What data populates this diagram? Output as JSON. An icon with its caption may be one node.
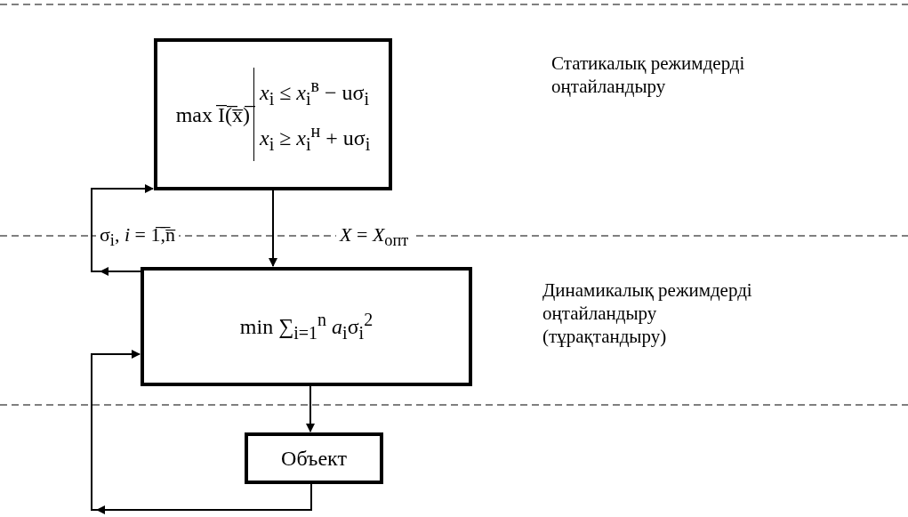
{
  "diagram": {
    "nodes": [
      {
        "text": [
          "max I̅(̅x̅)̅",
          "*x*$_{i}$ ≤ *x*$_{i}$$^{в}$ − uσ$_{i}$",
          "*x*$_{i}$ ≥ *x*$_{i}$$^{н}$ + uσ$_{i}$"
        ]
      },
      {
        "text": [
          "min ∑$_{i=1}$$^{n}$ *a*$_{i}$σ$_{i}$$^{2}$"
        ]
      },
      {
        "text": [
          "Объект"
        ]
      }
    ],
    "edges": [
      {
        "from": 0,
        "to": 1,
        "arrow": "to",
        "label": "*X* = *X*$_{опт}$"
      },
      {
        "from": 1,
        "to": 0,
        "arrow": "to",
        "label": "σ$_{i}$, *i* = 1̅,̅n̅"
      },
      {
        "from": 1,
        "to": 2,
        "arrow": "to"
      },
      {
        "from": 2,
        "to": 1,
        "arrow": "to"
      }
    ],
    "labels": [
      "Статикалық режимдерді оңтайландыру",
      "Динамикалық режимдерді оңтайландыру (тұрақтандыру)"
    ]
  }
}
